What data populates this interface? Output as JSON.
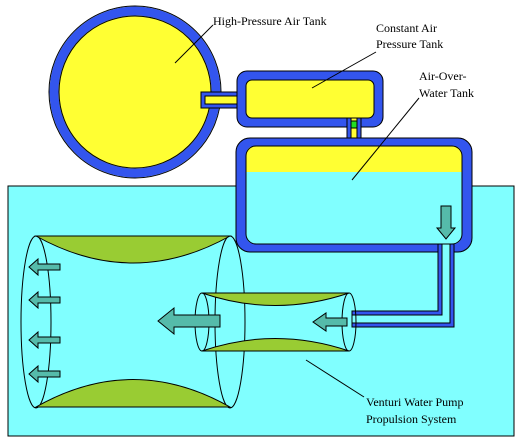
{
  "labels": {
    "high_pressure_tank": "High-Pressure Air Tank",
    "constant_tank_line1": "Constant Air",
    "constant_tank_line2": "Pressure Tank",
    "air_over_water_line1": "Air-Over-",
    "air_over_water_line2": "Water Tank",
    "venturi_line1": "Venturi Water Pump",
    "venturi_line2": "Propulsion System"
  },
  "colors": {
    "water": "#80ffff",
    "air": "#ffff33",
    "tank_wall": "#3355ee",
    "venturi_fill": "#99cc33",
    "arrow": "#55bbaa",
    "valve": "#22dd22",
    "outline": "#000000"
  }
}
